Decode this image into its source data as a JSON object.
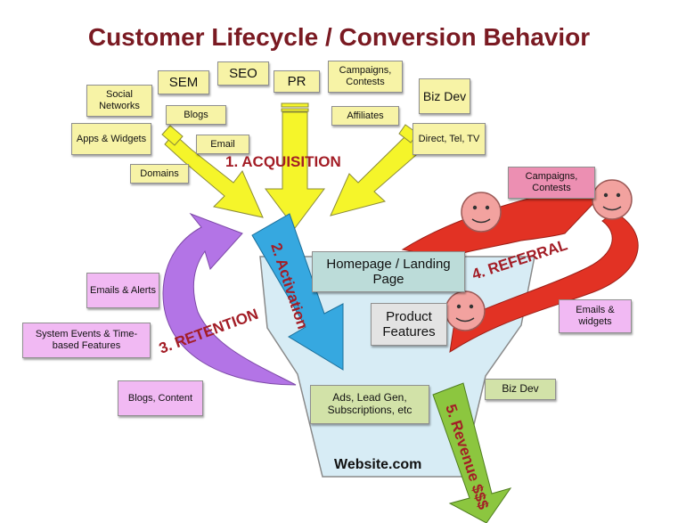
{
  "title": "Customer Lifecycle / Conversion Behavior",
  "acquisition": {
    "label": "1. ACQUISITION",
    "sources": {
      "social_networks": "Social Networks",
      "sem": "SEM",
      "seo": "SEO",
      "pr": "PR",
      "campaigns_contests": "Campaigns, Contests",
      "biz_dev": "Biz Dev",
      "blogs": "Blogs",
      "affiliates": "Affiliates",
      "apps_widgets": "Apps & Widgets",
      "email": "Email",
      "direct_tel_tv": "Direct, Tel, TV",
      "domains": "Domains"
    }
  },
  "activation": {
    "label": "2. Activation"
  },
  "retention": {
    "label": "3. RETENTION",
    "sources": {
      "emails_alerts": "Emails & Alerts",
      "system_events": "System Events & Time-based Features",
      "blogs_content": "Blogs, Content"
    }
  },
  "referral": {
    "label": "4. REFERRAL",
    "sources": {
      "campaigns_contests": "Campaigns, Contests",
      "emails_widgets": "Emails & widgets"
    }
  },
  "revenue": {
    "label": "5. Revenue $$$"
  },
  "website": {
    "label": "Website.com",
    "homepage": "Homepage / Landing Page",
    "product_features": "Product Features",
    "ads": "Ads, Lead Gen, Subscriptions, etc",
    "biz_dev": "Biz Dev"
  },
  "colors": {
    "title": "#7a1a22",
    "acquisition_arrow": "#f5f52a",
    "activation_arrow": "#36a8e0",
    "retention_arrow": "#b374e6",
    "referral_arrow": "#e23224",
    "revenue_arrow": "#8cc63f",
    "funnel": "#d7ecf5",
    "smiley": "#f2a29f",
    "label_red": "#a31d26"
  }
}
